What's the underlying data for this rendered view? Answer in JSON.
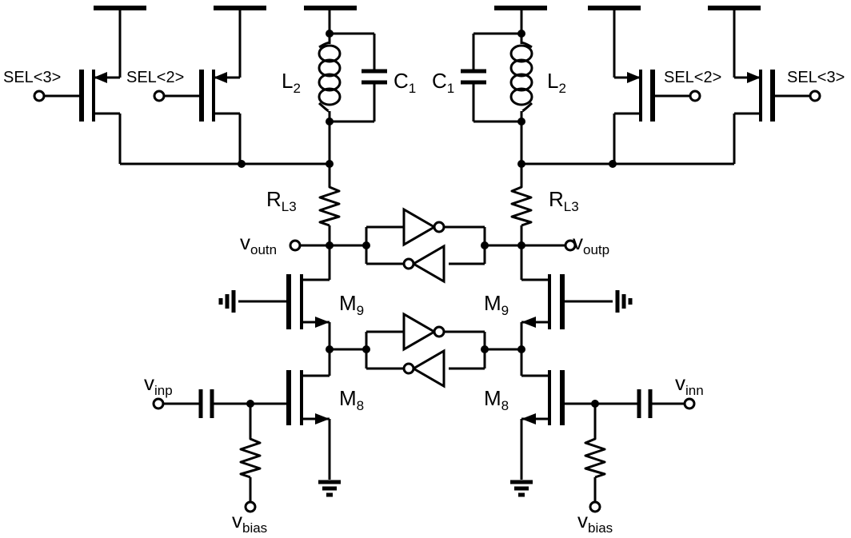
{
  "diagram": {
    "labels": {
      "sel3": "SEL<3>",
      "sel2": "SEL<2>",
      "inductor": "L",
      "inductor_sub": "2",
      "capacitor": "C",
      "capacitor_sub": "1",
      "resistor": "R",
      "resistor_sub": "L3",
      "m9": "M",
      "m9_sub": "9",
      "m8": "M",
      "m8_sub": "8",
      "v": "v",
      "outn_sub": "outn",
      "outp_sub": "outp",
      "inp_sub": "inp",
      "inn_sub": "inn",
      "bias_sub": "bias"
    }
  }
}
